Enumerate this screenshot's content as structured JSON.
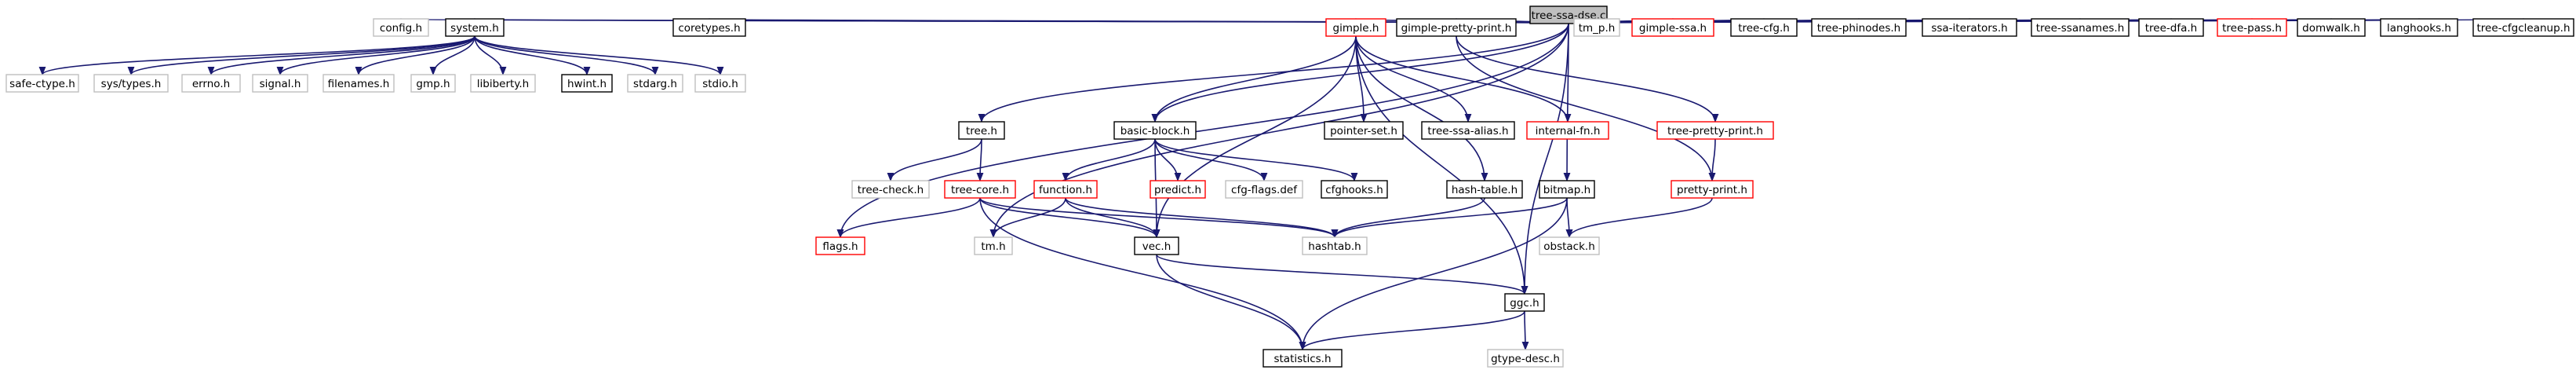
{
  "graph": {
    "root": "tree-ssa-dse.c",
    "style": {
      "edge_color": "#191970",
      "root_fill": "#bfbfbf",
      "border": {
        "normal": "#000000",
        "linked": "#ff0000",
        "missing": "#bfbfbf"
      },
      "text_color": {
        "normal": "#000000",
        "missing": "#808080"
      }
    },
    "nodes": [
      {
        "id": "tree_ssa_dse_c",
        "label": "tree-ssa-dse.c",
        "kind": "root"
      },
      {
        "id": "config_h",
        "label": "config.h",
        "kind": "missing"
      },
      {
        "id": "system_h",
        "label": "system.h",
        "kind": "normal"
      },
      {
        "id": "coretypes_h",
        "label": "coretypes.h",
        "kind": "normal"
      },
      {
        "id": "tm_p_h",
        "label": "tm_p.h",
        "kind": "missing"
      },
      {
        "id": "gimple_ssa_h",
        "label": "gimple-ssa.h",
        "kind": "linked"
      },
      {
        "id": "tree_cfg_h",
        "label": "tree-cfg.h",
        "kind": "normal"
      },
      {
        "id": "tree_phinodes_h",
        "label": "tree-phinodes.h",
        "kind": "normal"
      },
      {
        "id": "ssa_iterators_h",
        "label": "ssa-iterators.h",
        "kind": "normal"
      },
      {
        "id": "tree_ssanames_h",
        "label": "tree-ssanames.h",
        "kind": "normal"
      },
      {
        "id": "tree_dfa_h",
        "label": "tree-dfa.h",
        "kind": "normal"
      },
      {
        "id": "tree_pass_h",
        "label": "tree-pass.h",
        "kind": "linked"
      },
      {
        "id": "domwalk_h",
        "label": "domwalk.h",
        "kind": "normal"
      },
      {
        "id": "langhooks_h",
        "label": "langhooks.h",
        "kind": "normal"
      },
      {
        "id": "tree_cfgcleanup_h",
        "label": "tree-cfgcleanup.h",
        "kind": "normal"
      },
      {
        "id": "gimple_h",
        "label": "gimple.h",
        "kind": "linked"
      },
      {
        "id": "gimple_pretty_print_h",
        "label": "gimple-pretty-print.h",
        "kind": "normal"
      },
      {
        "id": "safe_ctype_h",
        "label": "safe-ctype.h",
        "kind": "missing"
      },
      {
        "id": "sys_types_h",
        "label": "sys/types.h",
        "kind": "missing"
      },
      {
        "id": "errno_h",
        "label": "errno.h",
        "kind": "missing"
      },
      {
        "id": "signal_h",
        "label": "signal.h",
        "kind": "missing"
      },
      {
        "id": "filenames_h",
        "label": "filenames.h",
        "kind": "missing"
      },
      {
        "id": "gmp_h",
        "label": "gmp.h",
        "kind": "missing"
      },
      {
        "id": "libiberty_h",
        "label": "libiberty.h",
        "kind": "missing"
      },
      {
        "id": "hwint_h",
        "label": "hwint.h",
        "kind": "normal"
      },
      {
        "id": "stdarg_h",
        "label": "stdarg.h",
        "kind": "missing"
      },
      {
        "id": "stdio_h",
        "label": "stdio.h",
        "kind": "missing"
      },
      {
        "id": "tree_h",
        "label": "tree.h",
        "kind": "normal"
      },
      {
        "id": "basic_block_h",
        "label": "basic-block.h",
        "kind": "normal"
      },
      {
        "id": "pointer_set_h",
        "label": "pointer-set.h",
        "kind": "normal"
      },
      {
        "id": "tree_ssa_alias_h",
        "label": "tree-ssa-alias.h",
        "kind": "normal"
      },
      {
        "id": "internal_fn_h",
        "label": "internal-fn.h",
        "kind": "linked"
      },
      {
        "id": "tree_pretty_print_h",
        "label": "tree-pretty-print.h",
        "kind": "linked"
      },
      {
        "id": "tree_check_h",
        "label": "tree-check.h",
        "kind": "missing"
      },
      {
        "id": "tree_core_h",
        "label": "tree-core.h",
        "kind": "linked"
      },
      {
        "id": "function_h",
        "label": "function.h",
        "kind": "linked"
      },
      {
        "id": "predict_h",
        "label": "predict.h",
        "kind": "linked"
      },
      {
        "id": "cfg_flags_def",
        "label": "cfg-flags.def",
        "kind": "missing"
      },
      {
        "id": "cfghooks_h",
        "label": "cfghooks.h",
        "kind": "normal"
      },
      {
        "id": "hash_table_h",
        "label": "hash-table.h",
        "kind": "normal"
      },
      {
        "id": "bitmap_h",
        "label": "bitmap.h",
        "kind": "normal"
      },
      {
        "id": "pretty_print_h",
        "label": "pretty-print.h",
        "kind": "linked"
      },
      {
        "id": "flags_h",
        "label": "flags.h",
        "kind": "linked"
      },
      {
        "id": "tm_h",
        "label": "tm.h",
        "kind": "missing"
      },
      {
        "id": "vec_h",
        "label": "vec.h",
        "kind": "normal"
      },
      {
        "id": "hashtab_h",
        "label": "hashtab.h",
        "kind": "missing"
      },
      {
        "id": "obstack_h",
        "label": "obstack.h",
        "kind": "missing"
      },
      {
        "id": "ggc_h",
        "label": "ggc.h",
        "kind": "normal"
      },
      {
        "id": "gtype_desc_h",
        "label": "gtype-desc.h",
        "kind": "missing"
      },
      {
        "id": "statistics_h",
        "label": "statistics.h",
        "kind": "normal"
      }
    ],
    "edges": [
      [
        "tree_ssa_dse_c",
        "config_h"
      ],
      [
        "tree_ssa_dse_c",
        "system_h"
      ],
      [
        "tree_ssa_dse_c",
        "coretypes_h"
      ],
      [
        "tree_ssa_dse_c",
        "tm_p_h"
      ],
      [
        "tree_ssa_dse_c",
        "gimple_ssa_h"
      ],
      [
        "tree_ssa_dse_c",
        "tree_cfg_h"
      ],
      [
        "tree_ssa_dse_c",
        "tree_phinodes_h"
      ],
      [
        "tree_ssa_dse_c",
        "ssa_iterators_h"
      ],
      [
        "tree_ssa_dse_c",
        "tree_ssanames_h"
      ],
      [
        "tree_ssa_dse_c",
        "tree_dfa_h"
      ],
      [
        "tree_ssa_dse_c",
        "tree_pass_h"
      ],
      [
        "tree_ssa_dse_c",
        "domwalk_h"
      ],
      [
        "tree_ssa_dse_c",
        "langhooks_h"
      ],
      [
        "tree_ssa_dse_c",
        "tree_cfgcleanup_h"
      ],
      [
        "tree_ssa_dse_c",
        "gimple_h"
      ],
      [
        "tree_ssa_dse_c",
        "gimple_pretty_print_h"
      ],
      [
        "tree_ssa_dse_c",
        "tree_h"
      ],
      [
        "tree_ssa_dse_c",
        "basic_block_h"
      ],
      [
        "tree_ssa_dse_c",
        "bitmap_h"
      ],
      [
        "tree_ssa_dse_c",
        "flags_h"
      ],
      [
        "tree_ssa_dse_c",
        "tm_h"
      ],
      [
        "tree_ssa_dse_c",
        "ggc_h"
      ],
      [
        "system_h",
        "safe_ctype_h"
      ],
      [
        "system_h",
        "sys_types_h"
      ],
      [
        "system_h",
        "errno_h"
      ],
      [
        "system_h",
        "signal_h"
      ],
      [
        "system_h",
        "filenames_h"
      ],
      [
        "system_h",
        "gmp_h"
      ],
      [
        "system_h",
        "libiberty_h"
      ],
      [
        "system_h",
        "hwint_h"
      ],
      [
        "system_h",
        "stdarg_h"
      ],
      [
        "system_h",
        "stdio_h"
      ],
      [
        "gimple_h",
        "basic_block_h"
      ],
      [
        "gimple_h",
        "pointer_set_h"
      ],
      [
        "gimple_h",
        "tree_ssa_alias_h"
      ],
      [
        "gimple_h",
        "internal_fn_h"
      ],
      [
        "gimple_h",
        "hash_table_h"
      ],
      [
        "gimple_h",
        "vec_h"
      ],
      [
        "gimple_h",
        "ggc_h"
      ],
      [
        "gimple_pretty_print_h",
        "tree_pretty_print_h"
      ],
      [
        "gimple_pretty_print_h",
        "pretty_print_h"
      ],
      [
        "tree_pretty_print_h",
        "pretty_print_h"
      ],
      [
        "pretty_print_h",
        "obstack_h"
      ],
      [
        "tree_h",
        "tree_check_h"
      ],
      [
        "tree_h",
        "tree_core_h"
      ],
      [
        "tree_core_h",
        "flags_h"
      ],
      [
        "tree_core_h",
        "vec_h"
      ],
      [
        "tree_core_h",
        "hashtab_h"
      ],
      [
        "tree_core_h",
        "statistics_h"
      ],
      [
        "basic_block_h",
        "function_h"
      ],
      [
        "basic_block_h",
        "predict_h"
      ],
      [
        "basic_block_h",
        "cfg_flags_def"
      ],
      [
        "basic_block_h",
        "cfghooks_h"
      ],
      [
        "basic_block_h",
        "vec_h"
      ],
      [
        "function_h",
        "tm_h"
      ],
      [
        "function_h",
        "vec_h"
      ],
      [
        "function_h",
        "hashtab_h"
      ],
      [
        "hash_table_h",
        "hashtab_h"
      ],
      [
        "bitmap_h",
        "hashtab_h"
      ],
      [
        "bitmap_h",
        "obstack_h"
      ],
      [
        "bitmap_h",
        "statistics_h"
      ],
      [
        "vec_h",
        "statistics_h"
      ],
      [
        "vec_h",
        "ggc_h"
      ],
      [
        "ggc_h",
        "gtype_desc_h"
      ],
      [
        "ggc_h",
        "statistics_h"
      ]
    ]
  }
}
